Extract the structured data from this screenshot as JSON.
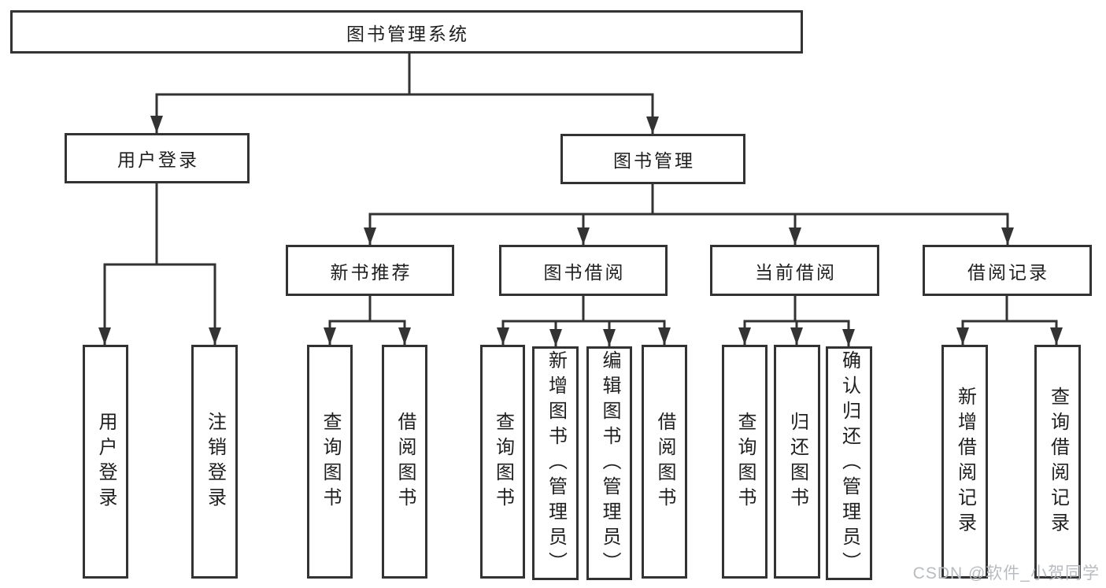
{
  "diagram": {
    "root": {
      "label": "图书管理系统"
    },
    "level2": {
      "user_login": {
        "label": "用户登录"
      },
      "book_mgmt": {
        "label": "图书管理"
      }
    },
    "level3": {
      "new_book_rec": {
        "label": "新书推荐"
      },
      "book_borrow": {
        "label": "图书借阅"
      },
      "current_borrow": {
        "label": "当前借阅"
      },
      "borrow_record": {
        "label": "借阅记录"
      }
    },
    "leaves": {
      "user_login": {
        "label": "用户登录"
      },
      "logout": {
        "label": "注销登录"
      },
      "rec_query_book": {
        "label": "查询图书"
      },
      "rec_borrow_book": {
        "label": "借阅图书"
      },
      "bb_query_book": {
        "label": "查询图书"
      },
      "bb_add_book_admin": {
        "label": "新增图书（管理员）"
      },
      "bb_edit_book_admin": {
        "label": "编辑图书（管理员）"
      },
      "bb_borrow_book": {
        "label": "借阅图书"
      },
      "cb_query_book": {
        "label": "查询图书"
      },
      "cb_return_book": {
        "label": "归还图书"
      },
      "cb_confirm_return_admin": {
        "label": "确认归还（管理员）"
      },
      "br_add_record": {
        "label": "新增借阅记录"
      },
      "br_query_record": {
        "label": "查询借阅记录"
      }
    }
  },
  "watermark": {
    "text": "CSDN @软件_小贺同学"
  },
  "colors": {
    "line": "#333333",
    "box_border": "#333333",
    "text": "#1f1f1f",
    "background": "#ffffff",
    "watermark": "#b8bcc0"
  }
}
